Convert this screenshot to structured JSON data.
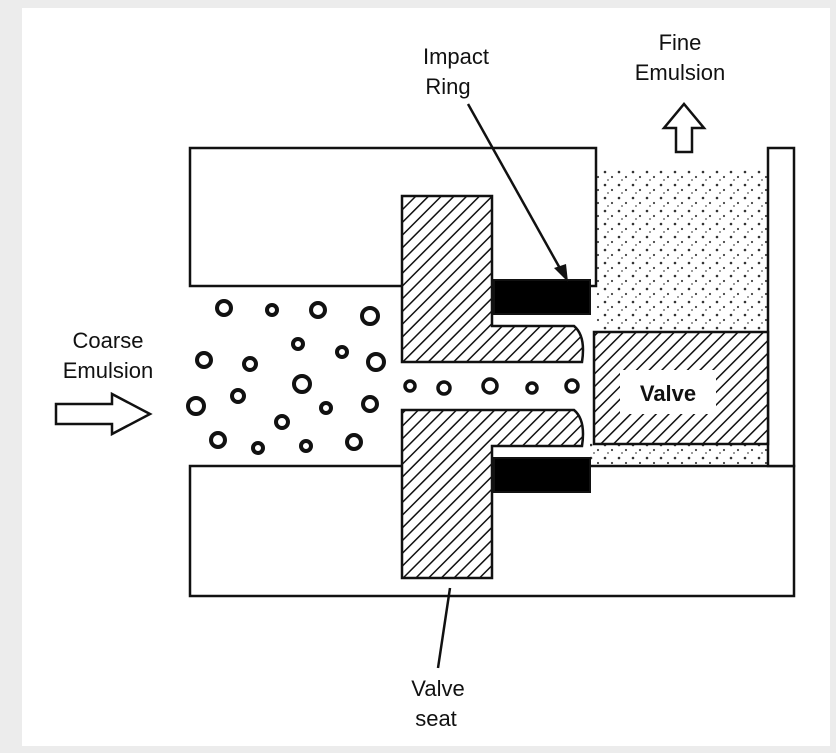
{
  "labels": {
    "impact_ring_line1": "Impact",
    "impact_ring_line2": "Ring",
    "fine_emulsion_line1": "Fine",
    "fine_emulsion_line2": "Emulsion",
    "coarse_emulsion_line1": "Coarse",
    "coarse_emulsion_line2": "Emulsion",
    "valve": "Valve",
    "valve_seat_line1": "Valve",
    "valve_seat_line2": "seat"
  },
  "colors": {
    "background": "#ececec",
    "ink": "#111111",
    "paper": "#ffffff"
  }
}
